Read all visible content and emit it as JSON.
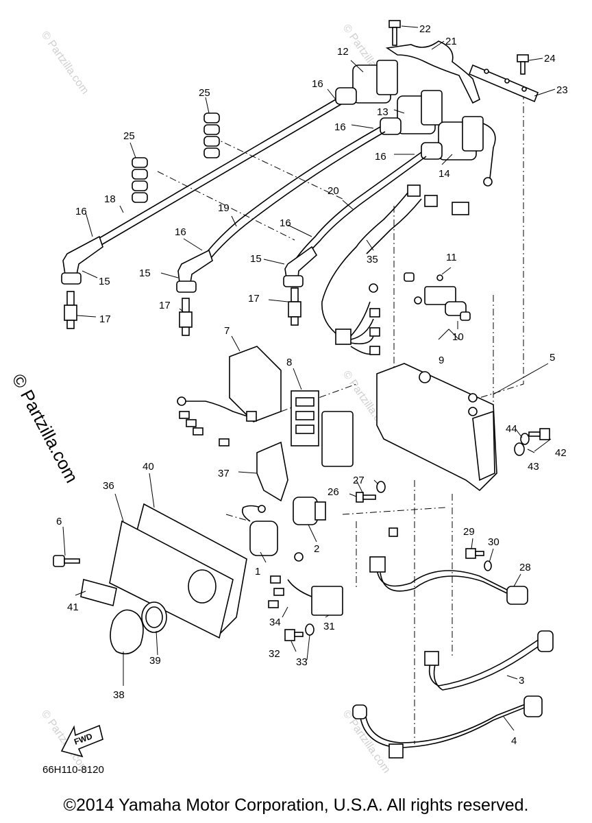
{
  "diagram": {
    "code": "66H110-8120",
    "fwd_label": "FWD",
    "copyright": "©2014 Yamaha Motor Corporation, U.S.A. All rights reserved.",
    "watermark": "© Partzilla.com",
    "callouts": [
      "1",
      "2",
      "3",
      "4",
      "5",
      "6",
      "7",
      "8",
      "9",
      "10",
      "11",
      "12",
      "13",
      "14",
      "15",
      "15",
      "15",
      "16",
      "16",
      "16",
      "16",
      "16",
      "16",
      "17",
      "17",
      "17",
      "18",
      "19",
      "20",
      "21",
      "22",
      "23",
      "24",
      "25",
      "25",
      "26",
      "27",
      "28",
      "29",
      "30",
      "31",
      "32",
      "33",
      "34",
      "35",
      "36",
      "37",
      "38",
      "39",
      "40",
      "41",
      "42",
      "43",
      "44"
    ]
  }
}
